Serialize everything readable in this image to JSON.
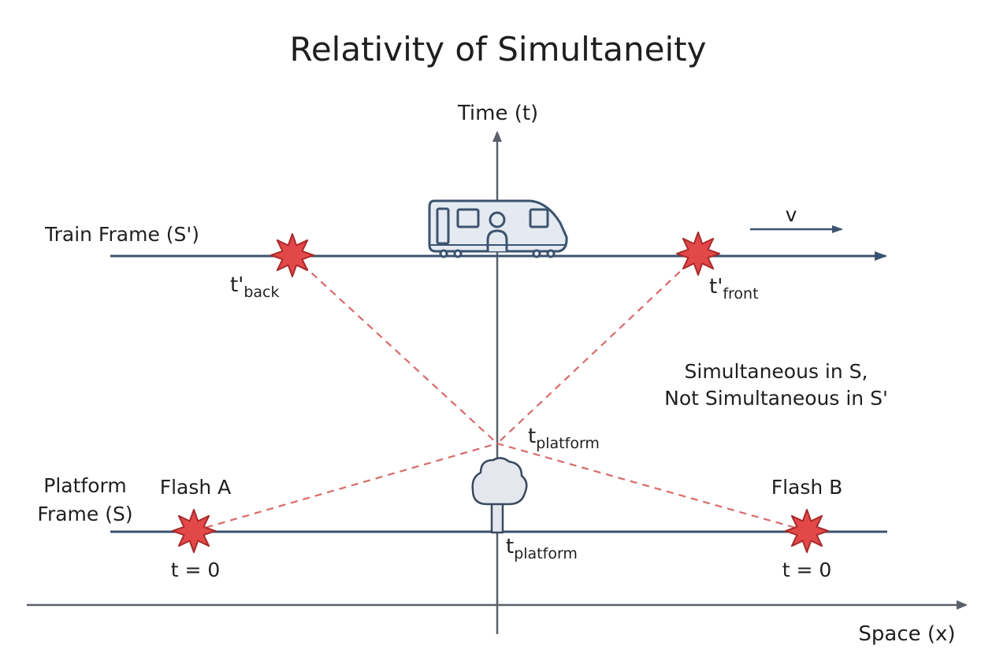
{
  "title": "Relativity of Simultaneity",
  "axes": {
    "time_label": "Time (t)",
    "space_label": "Space (x)"
  },
  "train_frame": {
    "label": "Train Frame (S')",
    "velocity_label": "v",
    "event_back": {
      "base": "t'",
      "sub": "back"
    },
    "event_front": {
      "base": "t'",
      "sub": "front"
    }
  },
  "platform_frame": {
    "label_line1": "Platform",
    "label_line2": "Frame (S)",
    "flash_a": {
      "label": "Flash A",
      "time": "t = 0"
    },
    "flash_b": {
      "label": "Flash B",
      "time": "t = 0"
    },
    "meet_label": {
      "base": "t",
      "sub": "platform"
    },
    "tree_label": {
      "base": "t",
      "sub": "platform"
    }
  },
  "annotation": {
    "line1": "Simultaneous in S,",
    "line2": "Not Simultaneous in S'"
  },
  "colors": {
    "axis": "#5a6068",
    "frame_line": "#3b536f",
    "light_path": "#d96a6a",
    "flash_fill": "#e34848",
    "flash_stroke": "#a82a2a",
    "train_fill": "#e4eaf1",
    "train_stroke": "#3b536f",
    "tree_fill": "#e4e8ee",
    "tree_stroke": "#3b4a5e"
  },
  "icons": [
    "train-icon",
    "tree-icon",
    "flash-star-icon"
  ]
}
